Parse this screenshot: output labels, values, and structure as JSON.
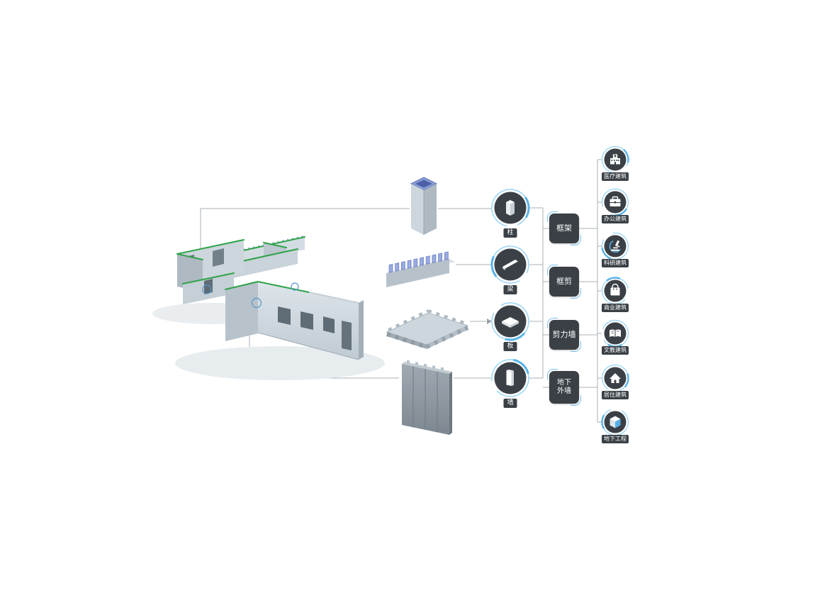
{
  "diagram": {
    "components": [
      {
        "label": "柱",
        "icon": "column-icon"
      },
      {
        "label": "梁",
        "icon": "beam-icon"
      },
      {
        "label": "板",
        "icon": "slab-icon"
      },
      {
        "label": "墙",
        "icon": "wall-icon"
      }
    ],
    "systems": [
      {
        "label": "框架"
      },
      {
        "label": "框剪"
      },
      {
        "label": "剪力墙"
      },
      {
        "label": "地下\n外墙"
      }
    ],
    "building_types": [
      {
        "label": "医疗建筑",
        "icon": "hospital-icon"
      },
      {
        "label": "办公建筑",
        "icon": "briefcase-icon"
      },
      {
        "label": "科研建筑",
        "icon": "microscope-icon"
      },
      {
        "label": "商业建筑",
        "icon": "shopping-bag-icon"
      },
      {
        "label": "文教建筑",
        "icon": "book-icon"
      },
      {
        "label": "居住建筑",
        "icon": "house-icon"
      },
      {
        "label": "地下工程",
        "icon": "cube-icon"
      }
    ],
    "colors": {
      "node_bg": "#3a4046",
      "ring": "#9ad6f5",
      "accent": "#57b1e8",
      "line": "#aab1b7",
      "green_edge": "#2fa348"
    }
  }
}
